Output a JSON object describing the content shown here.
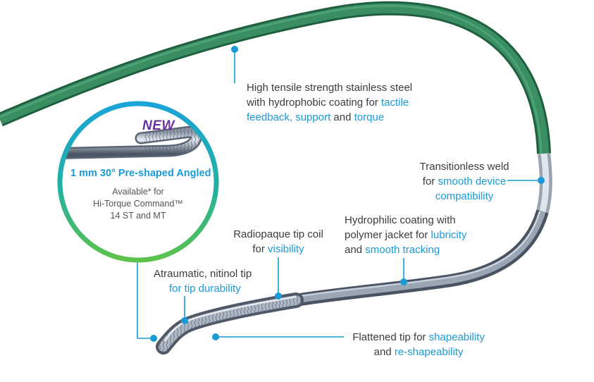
{
  "colors": {
    "accent": "#1a9ad6",
    "text": "#3c3c3c",
    "wire_green": "#2e7d56",
    "new_badge": "#6a2fa0"
  },
  "inset": {
    "badge": "NEW",
    "title": "1 mm 30° Pre-shaped Angled",
    "lines": [
      "Available* for",
      "Hi-Torque Command™",
      "14 ST and MT"
    ]
  },
  "callouts": {
    "steel": {
      "line1": "High tensile strength stainless steel",
      "line2_plain": "with hydrophobic coating for ",
      "line2_hl": "tactile",
      "line3_hl1": "feedback, support",
      "line3_plain": " and ",
      "line3_hl2": "torque"
    },
    "weld": {
      "line1": "Transitionless weld",
      "line2_plain": "for ",
      "line2_hl": "smooth device",
      "line3_hl": "compatibility"
    },
    "hydrophilic": {
      "line1": "Hydrophilic coating with",
      "line2_plain": "polymer jacket for ",
      "line2_hl": "lubricity",
      "line3_plain": "and ",
      "line3_hl": "smooth tracking"
    },
    "radiopaque": {
      "line1": "Radiopaque tip coil",
      "line2_plain": "for ",
      "line2_hl": "visibility"
    },
    "atraumatic": {
      "line1": "Atraumatic, nitinol tip",
      "line2_hl": "for tip durability"
    },
    "flattened": {
      "line1_plain": "Flattened tip for ",
      "line1_hl": "shapeability",
      "line2_plain": "and ",
      "line2_hl": "re-shapeability"
    }
  }
}
